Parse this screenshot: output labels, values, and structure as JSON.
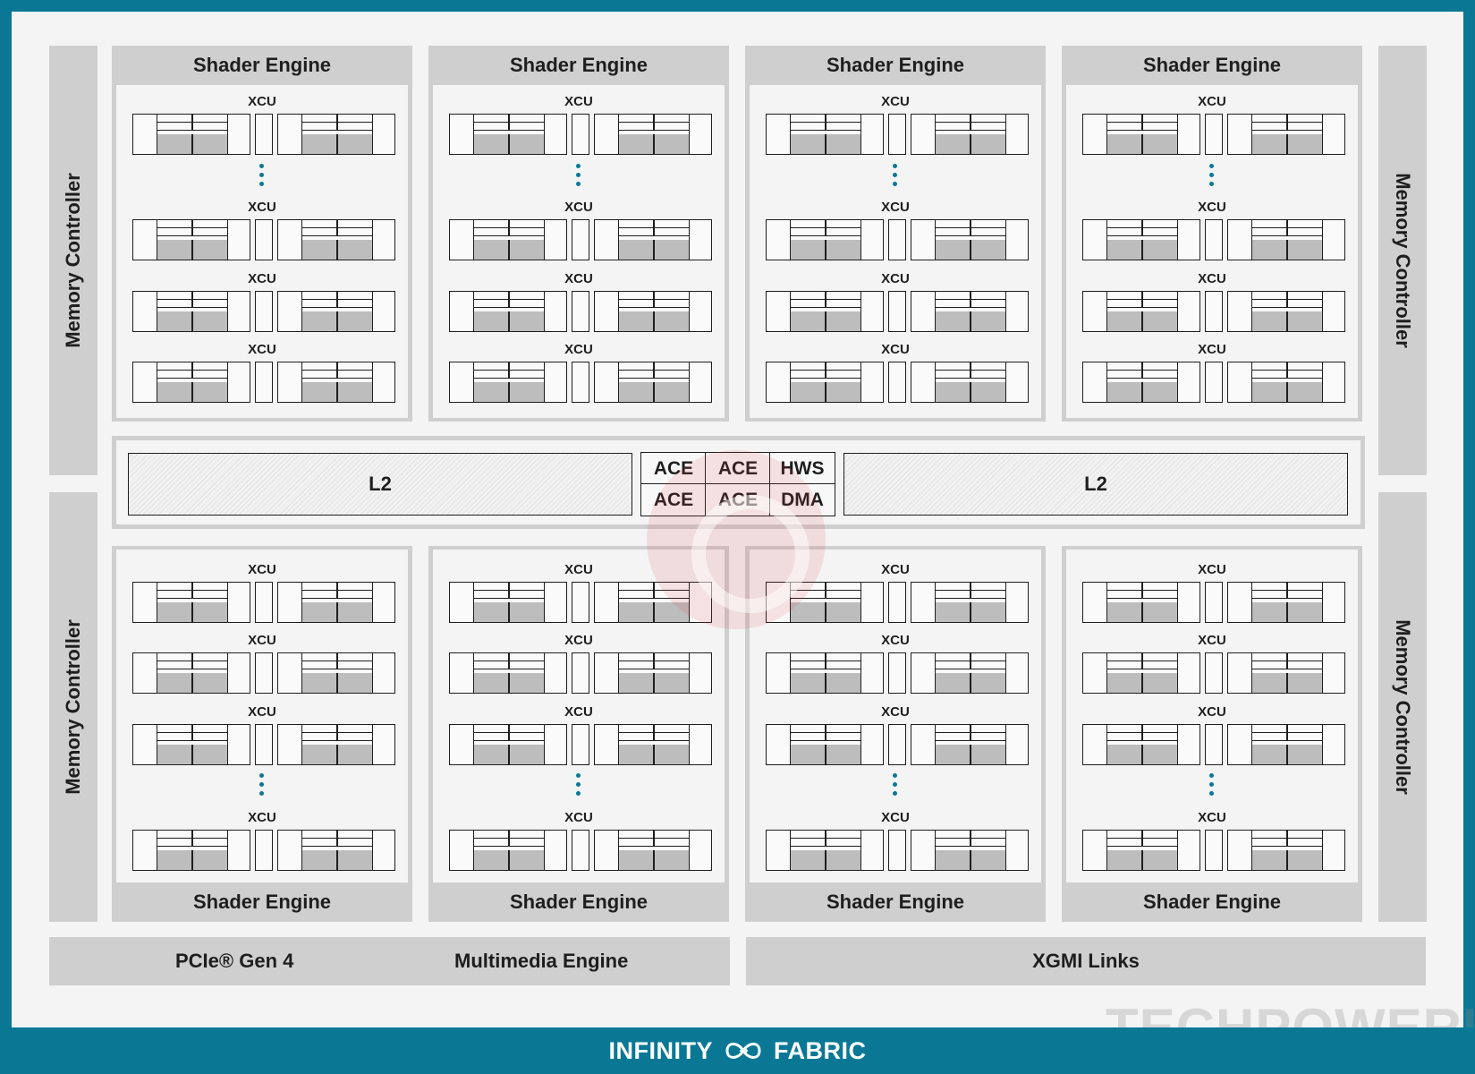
{
  "memory_controller_label": "Memory Controller",
  "shader_engine_label": "Shader Engine",
  "xcu_label": "XCU",
  "l2_label": "L2",
  "command_cells": [
    "ACE",
    "ACE",
    "HWS",
    "ACE",
    "ACE",
    "DMA"
  ],
  "bottom": {
    "pcie_label": "PCIe® Gen 4",
    "multimedia_label": "Multimedia Engine",
    "xgmi_label": "XGMI Links"
  },
  "footer": {
    "left_text": "INFINITY",
    "right_text": "FABRIC"
  },
  "watermark": "TECHPOWERUP",
  "colors": {
    "accent": "#0a7895",
    "panel": "#cfcfcf",
    "background": "#f4f4f4"
  }
}
